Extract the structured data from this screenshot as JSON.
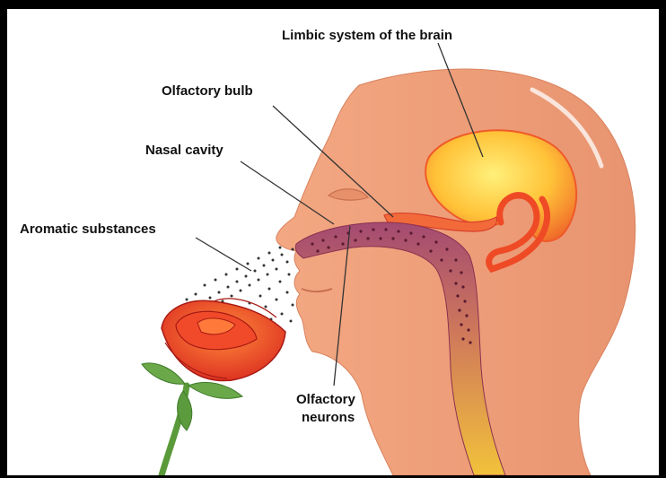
{
  "figure": {
    "labels": {
      "limbic_system": "Limbic system of the brain",
      "olfactory_bulb": "Olfactory bulb",
      "nasal_cavity": "Nasal cavity",
      "aromatic_substances": "Aromatic substances",
      "olfactory_neurons_line1": "Olfactory",
      "olfactory_neurons_line2": "neurons"
    },
    "colors": {
      "skin": "#f0a07a",
      "skin_shadow": "#e08a64",
      "brain_glow": "#ffd24a",
      "brain_edge": "#f0502a",
      "nasal_cavity": "#9a3a5a",
      "throat_top": "#b0507a",
      "throat_bottom": "#f2c23a",
      "rose_petal": "#e8302a",
      "rose_highlight": "#ff7a3a",
      "leaf": "#6aa84a",
      "frame": "#000000",
      "background": "#ffffff"
    }
  }
}
